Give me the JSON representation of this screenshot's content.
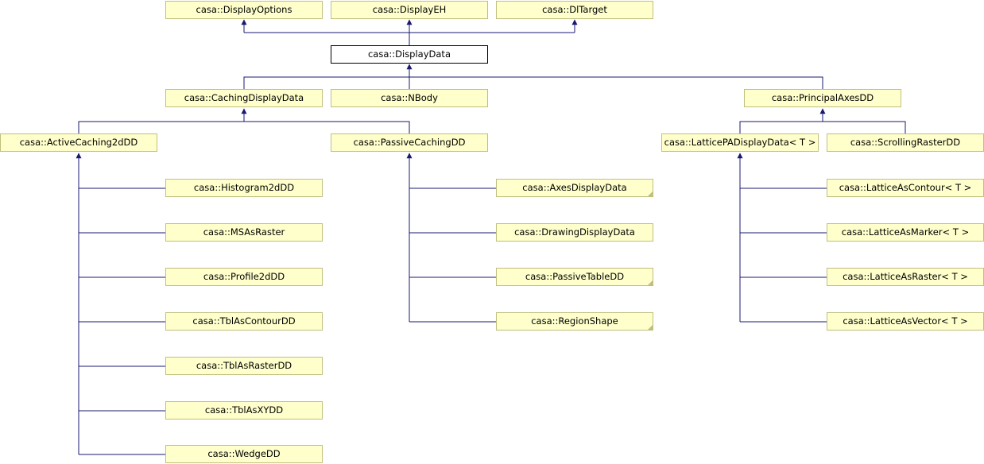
{
  "colors": {
    "node_fill": "#ffffcc",
    "node_border": "#bfbf7f",
    "focus_fill": "#ffffff",
    "edge": "#191970"
  },
  "nodes": {
    "display_options": "casa::DisplayOptions",
    "display_eh": "casa::DisplayEH",
    "dl_target": "casa::DlTarget",
    "display_data": "casa::DisplayData",
    "caching_display_data": "casa::CachingDisplayData",
    "nbody": "casa::NBody",
    "principal_axes_dd": "casa::PrincipalAxesDD",
    "active_caching_2d_dd": "casa::ActiveCaching2dDD",
    "passive_caching_dd": "casa::PassiveCachingDD",
    "lattice_pa_display_data": "casa::LatticePADisplayData< T >",
    "scrolling_raster_dd": "casa::ScrollingRasterDD",
    "histogram_2d_dd": "casa::Histogram2dDD",
    "ms_as_raster": "casa::MSAsRaster",
    "profile_2d_dd": "casa::Profile2dDD",
    "tbl_as_contour_dd": "casa::TblAsContourDD",
    "tbl_as_raster_dd": "casa::TblAsRasterDD",
    "tbl_as_xy_dd": "casa::TblAsXYDD",
    "wedge_dd": "casa::WedgeDD",
    "axes_display_data": "casa::AxesDisplayData",
    "drawing_display_data": "casa::DrawingDisplayData",
    "passive_table_dd": "casa::PassiveTableDD",
    "region_shape": "casa::RegionShape",
    "lattice_as_contour": "casa::LatticeAsContour< T >",
    "lattice_as_marker": "casa::LatticeAsMarker< T >",
    "lattice_as_raster": "casa::LatticeAsRaster< T >",
    "lattice_as_vector": "casa::LatticeAsVector< T >"
  }
}
